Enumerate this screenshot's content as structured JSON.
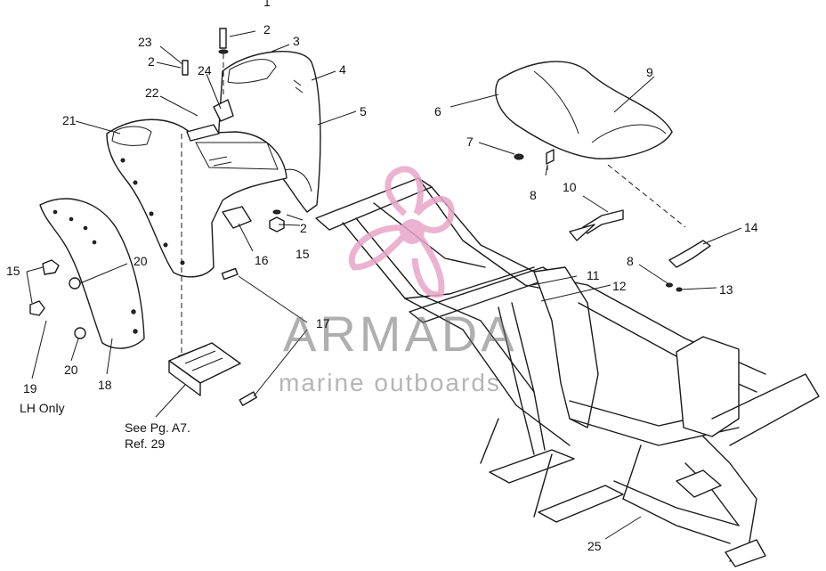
{
  "callouts": [
    {
      "id": "1",
      "text": "1"
    },
    {
      "id": "2a",
      "text": "2"
    },
    {
      "id": "2b",
      "text": "2"
    },
    {
      "id": "2c",
      "text": "2"
    },
    {
      "id": "3",
      "text": "3"
    },
    {
      "id": "4",
      "text": "4"
    },
    {
      "id": "5",
      "text": "5"
    },
    {
      "id": "6",
      "text": "6"
    },
    {
      "id": "7",
      "text": "7"
    },
    {
      "id": "8a",
      "text": "8"
    },
    {
      "id": "8b",
      "text": "8"
    },
    {
      "id": "9",
      "text": "9"
    },
    {
      "id": "10",
      "text": "10"
    },
    {
      "id": "11",
      "text": "11"
    },
    {
      "id": "12",
      "text": "12"
    },
    {
      "id": "13",
      "text": "13"
    },
    {
      "id": "14",
      "text": "14"
    },
    {
      "id": "15a",
      "text": "15"
    },
    {
      "id": "15b",
      "text": "15"
    },
    {
      "id": "16",
      "text": "16"
    },
    {
      "id": "17",
      "text": "17"
    },
    {
      "id": "18",
      "text": "18"
    },
    {
      "id": "19",
      "text": "19"
    },
    {
      "id": "20a",
      "text": "20"
    },
    {
      "id": "20b",
      "text": "20"
    },
    {
      "id": "21",
      "text": "21"
    },
    {
      "id": "22",
      "text": "22"
    },
    {
      "id": "23",
      "text": "23"
    },
    {
      "id": "24",
      "text": "24"
    },
    {
      "id": "25",
      "text": "25"
    }
  ],
  "notes": {
    "lh_only": "LH Only",
    "see_page_line1": "See Pg. A7.",
    "see_page_line2": "Ref. 29"
  },
  "watermark": {
    "brand": "ARMADA",
    "tagline": "marine outboards",
    "logo_color": "#e8a6c8",
    "text_color": "#808080"
  }
}
